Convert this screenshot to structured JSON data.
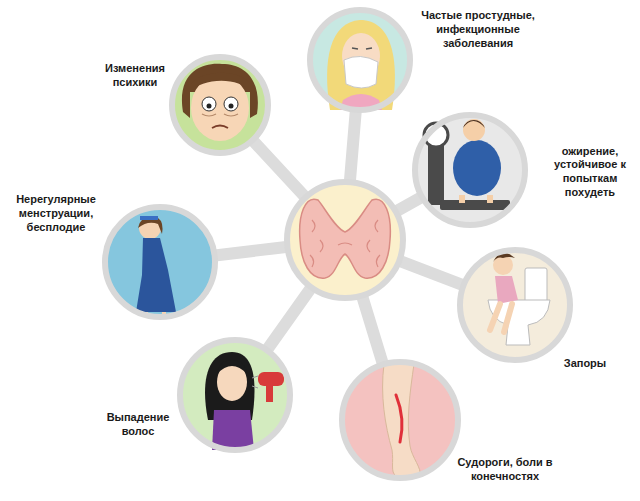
{
  "diagram": {
    "nodes": [
      {
        "text": [
          "Изменения психики"
        ]
      },
      {
        "text": [
          "Частые простудные, инфекционные заболевания"
        ]
      },
      {
        "text": [
          "ожирение, устойчивое к попыткам похудеть"
        ]
      },
      {
        "text": [
          "Нерегулярные менструации, бесплодие"
        ]
      },
      {
        "text": [
          "Запоры"
        ]
      },
      {
        "text": [
          "Выпадение волос"
        ]
      },
      {
        "text": [
          "Судороги, боли в конечностях"
        ]
      }
    ]
  }
}
